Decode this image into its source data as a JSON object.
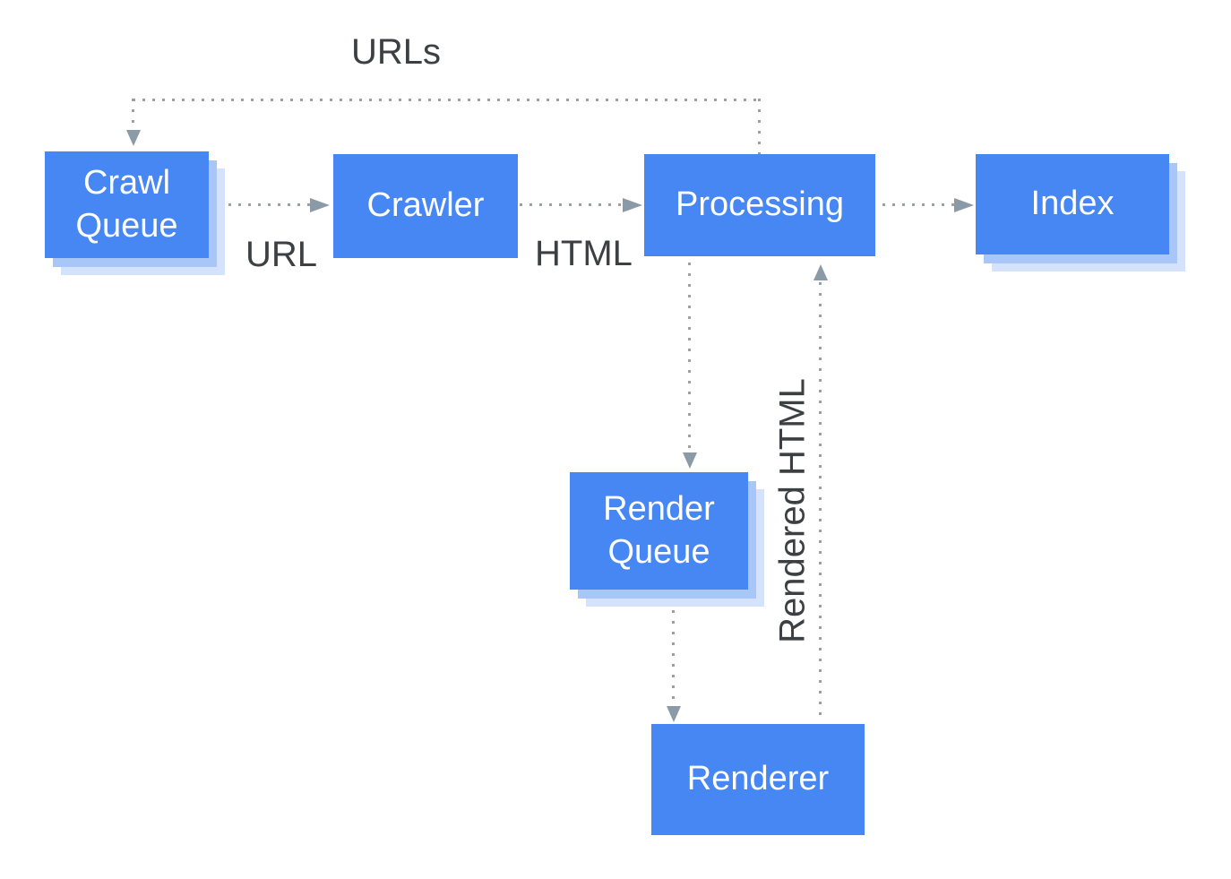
{
  "diagram": {
    "title": "URLs",
    "nodes": {
      "crawl_queue": {
        "label": "Crawl Queue"
      },
      "crawler": {
        "label": "Crawler"
      },
      "processing": {
        "label": "Processing"
      },
      "index": {
        "label": "Index"
      },
      "render_queue": {
        "label": "Render Queue"
      },
      "renderer": {
        "label": "Renderer"
      }
    },
    "edge_labels": {
      "urls": "URLs",
      "url": "URL",
      "html": "HTML",
      "rendered_html": "Rendered HTML"
    },
    "edges": [
      {
        "from": "crawl_queue",
        "to": "crawler",
        "label": "URL",
        "style": "dotted"
      },
      {
        "from": "crawler",
        "to": "processing",
        "label": "HTML",
        "style": "dotted"
      },
      {
        "from": "processing",
        "to": "index",
        "label": "",
        "style": "dotted"
      },
      {
        "from": "processing",
        "to": "crawl_queue",
        "label": "URLs",
        "style": "dotted"
      },
      {
        "from": "processing",
        "to": "render_queue",
        "label": "",
        "style": "dotted"
      },
      {
        "from": "render_queue",
        "to": "renderer",
        "label": "",
        "style": "dotted"
      },
      {
        "from": "renderer",
        "to": "processing",
        "label": "Rendered HTML",
        "style": "dotted"
      }
    ],
    "colors": {
      "node_fill": "#4787F3",
      "node_text": "#FFFFFF",
      "shadow_inner": "#A8C6F8",
      "shadow_outer": "#D4E3FB",
      "label_text": "#3C4043",
      "dotted_line": "#9AA0A6",
      "arrowhead": "#8B9AA7",
      "background": "#FFFFFF"
    }
  }
}
